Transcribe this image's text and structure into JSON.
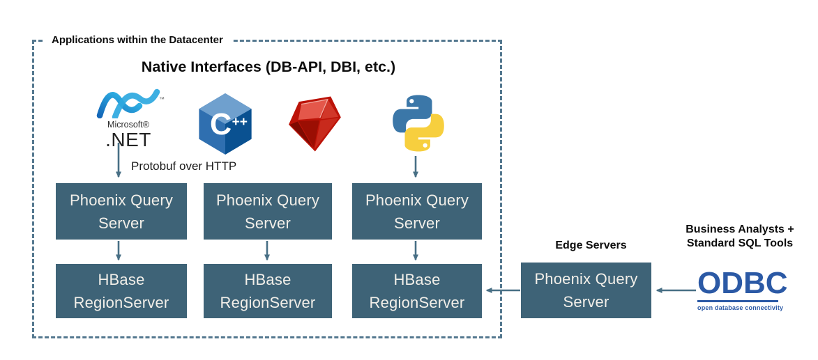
{
  "diagram": {
    "datacenter": {
      "label": "Applications within the Datacenter"
    },
    "native_interfaces": {
      "title": "Native Interfaces (DB-API, DBI, etc.)"
    },
    "protobuf": {
      "label": "Protobuf over HTTP"
    },
    "logos": {
      "dotnet": {
        "icon": "dotnet-swoosh-icon",
        "microsoft": "Microsoft®",
        "net": ".NET",
        "tm": "™"
      },
      "cpp": {
        "icon": "cpp-hexagon-icon",
        "letter": "C",
        "plusplus": "++"
      },
      "ruby": {
        "icon": "ruby-gem-icon"
      },
      "python": {
        "icon": "python-snakes-icon"
      }
    },
    "nodes": {
      "phoenix_query_server": {
        "line1": "Phoenix Query",
        "line2": "Server"
      },
      "hbase_regionserver": {
        "line1": "HBase",
        "line2": "RegionServer"
      }
    },
    "edge": {
      "label": "Edge Servers",
      "analysts_line1": "Business Analysts +",
      "analysts_line2": "Standard SQL Tools"
    },
    "odbc": {
      "title": "ODBC",
      "subtitle": "open database connectivity"
    },
    "colors": {
      "node-fill": "#3E6377",
      "node-text": "#F2EFE9",
      "arrow": "#486F85",
      "dashed-border": "#54788F",
      "odbc-blue": "#2B59A5"
    }
  }
}
